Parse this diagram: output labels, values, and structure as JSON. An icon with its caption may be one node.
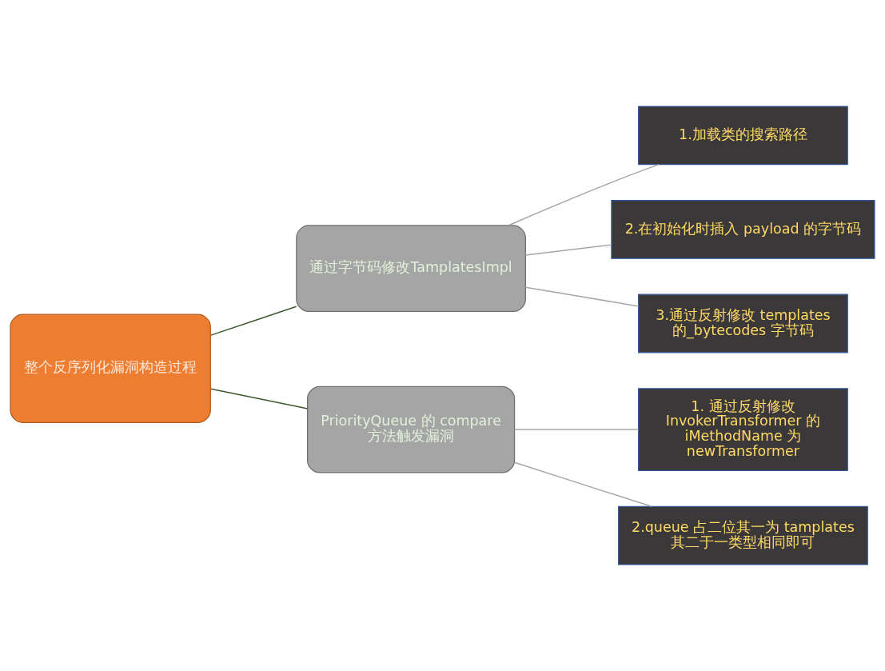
{
  "diagram": {
    "nodes": [
      {
        "text": [
          "整个反序列化漏洞构造过程"
        ]
      },
      {
        "text": [
          "通过字节码修改TamplatesImpl"
        ]
      },
      {
        "text": [
          "PriorityQueue 的 compare 方法触发漏洞"
        ]
      },
      {
        "text": [
          "1.加载类的搜索路径"
        ]
      },
      {
        "text": [
          "2.在初始化时插入 payload 的字节码"
        ]
      },
      {
        "text": [
          "3.通过反射修改 templates 的_bytecodes 字节码"
        ]
      },
      {
        "text": [
          "1. 通过反射修改 InvokerTransformer 的 iMethodName 为 newTransformer"
        ]
      },
      {
        "text": [
          "2.queue 占二位其一为 tamplates 其二于一类型相同即可"
        ]
      }
    ],
    "edges": [
      {
        "from": 0,
        "to": 1,
        "arrow": "none",
        "color": "#3b5a2c"
      },
      {
        "from": 0,
        "to": 2,
        "arrow": "none",
        "color": "#3b5a2c"
      },
      {
        "from": 1,
        "to": 3,
        "arrow": "none"
      },
      {
        "from": 1,
        "to": 4,
        "arrow": "none"
      },
      {
        "from": 1,
        "to": 5,
        "arrow": "none"
      },
      {
        "from": 2,
        "to": 6,
        "arrow": "none"
      },
      {
        "from": 2,
        "to": 7,
        "arrow": "none"
      }
    ]
  }
}
